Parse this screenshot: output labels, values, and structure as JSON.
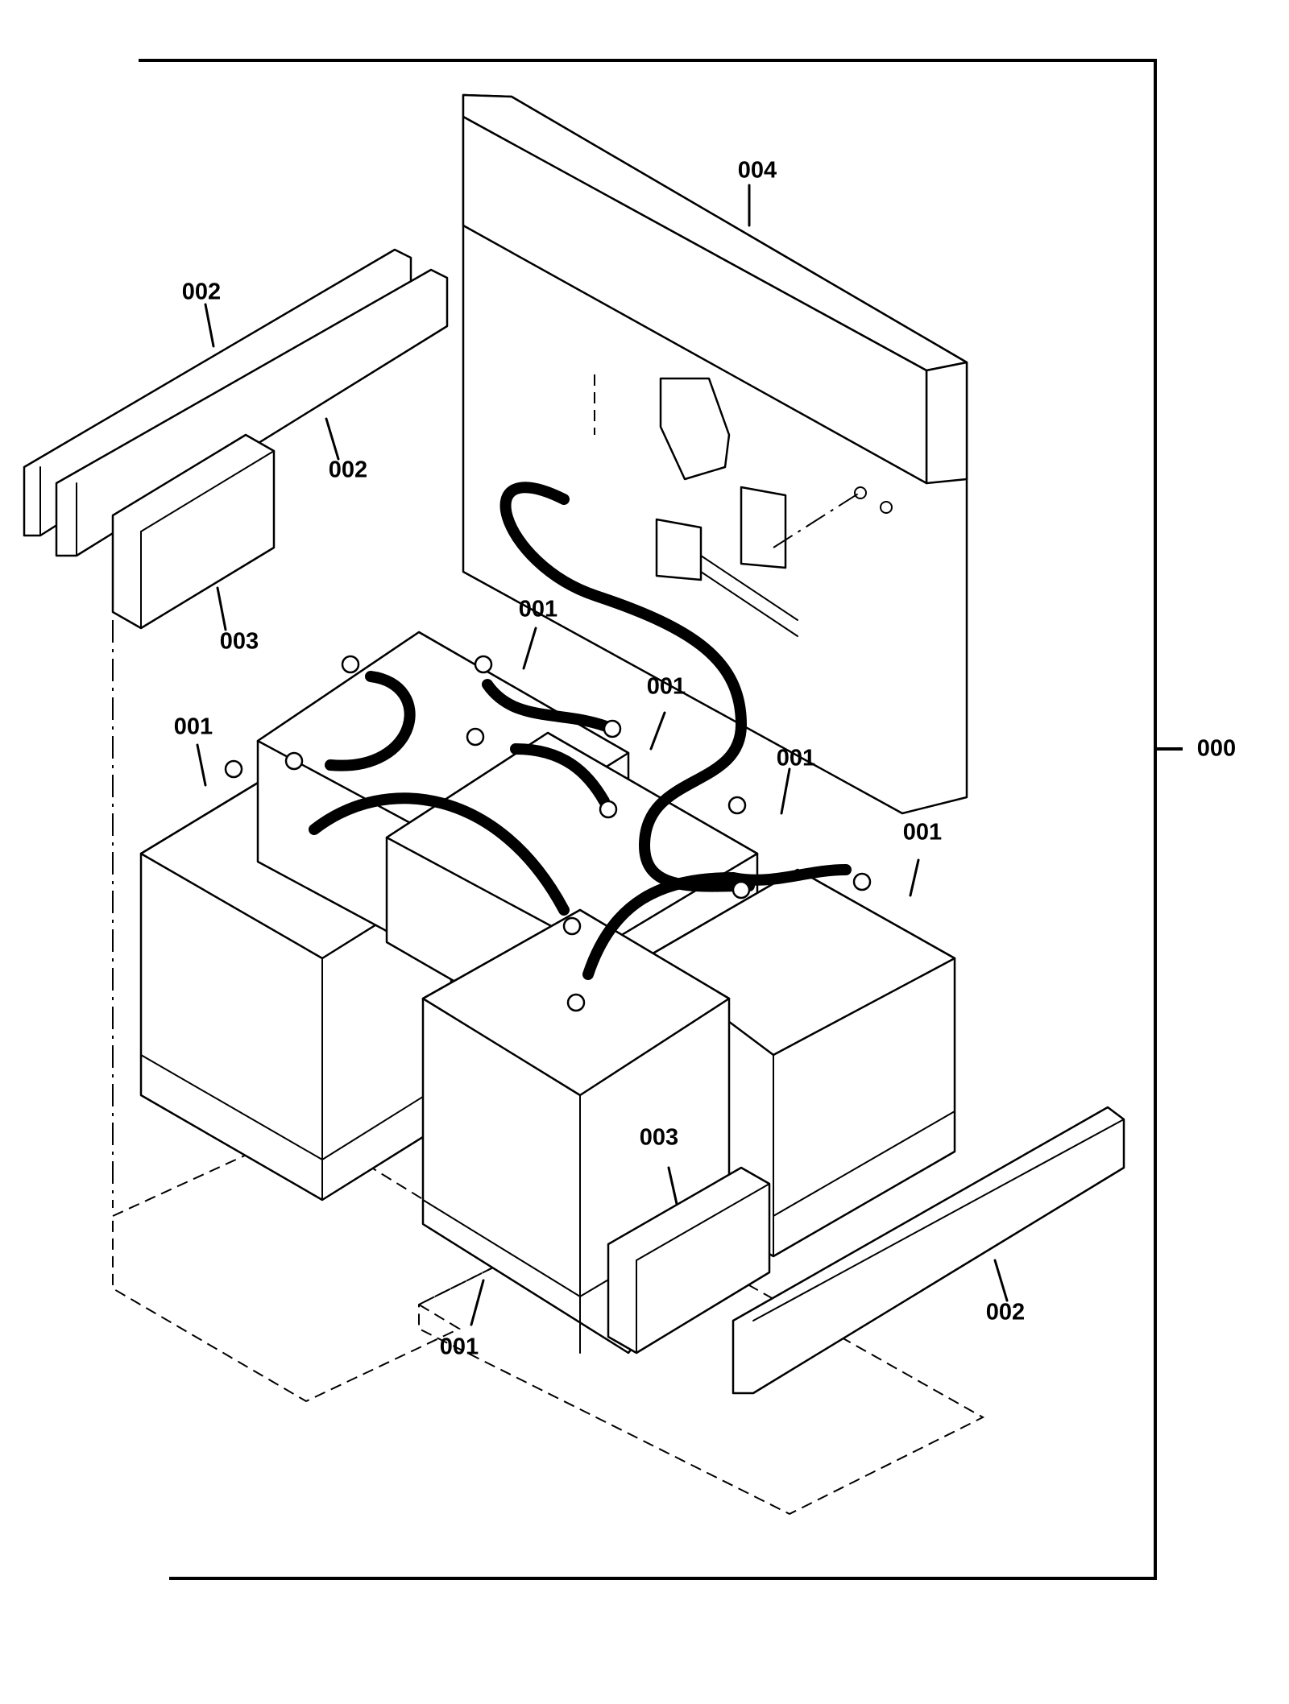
{
  "callouts": {
    "assembly": "000",
    "battery_a": "001",
    "battery_b": "001",
    "battery_c": "001",
    "battery_d": "001",
    "battery_e": "001",
    "battery_f": "001",
    "spacer_top": "002",
    "spacer_mid": "002",
    "spacer_right": "002",
    "block_left": "003",
    "block_front": "003",
    "panel": "004"
  }
}
